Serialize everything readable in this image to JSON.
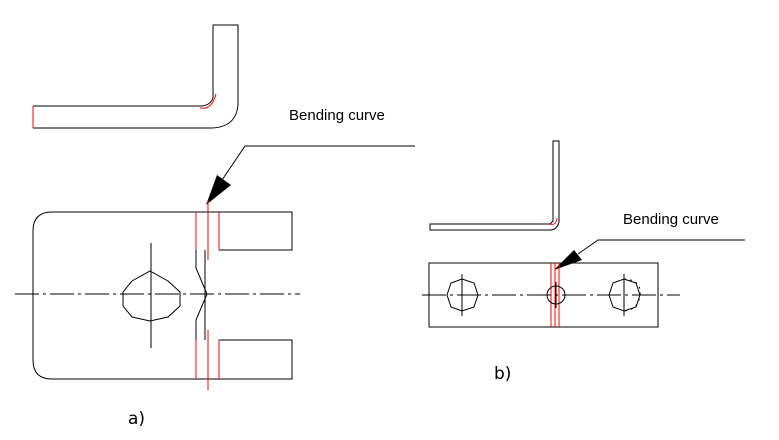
{
  "figure_a": {
    "leader_label": "Bending curve",
    "caption": "a)"
  },
  "figure_b": {
    "leader_label": "Bending curve",
    "caption": "b)"
  },
  "colors": {
    "outline": "#000000",
    "bend_line": "#ff0000",
    "background": "#ffffff"
  }
}
